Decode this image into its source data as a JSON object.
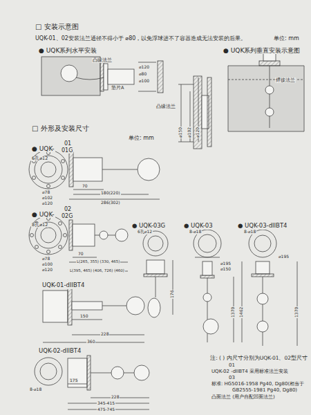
{
  "diagram": {
    "labels": [
      "□ 安装示意图",
      "UQK-01、02安装法兰通径不得小于 ⌀80，以免浮球进不了容器造成无法安装的后果。",
      "单位: mm",
      "● UQK系列水平安装",
      "● UQK系列垂直安装示意图",
      "凸缘法兰",
      "垫片A",
      "⌀120",
      "⌀80",
      "⌀100",
      "凸缘法兰",
      "焊接法兰",
      "⌀150",
      "⌀102",
      "⌀120",
      "□ 外形及安装尺寸",
      "单位: mm",
      "● UQK-",
      "01",
      "01G",
      "6孔⌀12",
      "⌀78",
      "⌀102",
      "⌀120",
      "70",
      "180(220)",
      "286(302)",
      "● UQK-",
      "02",
      "02G",
      "8孔⌀12",
      "⌀78",
      "⌀100",
      "⌀120",
      "70",
      "L(265, 355) (330, 465)",
      "L(395, 465) (406, 726) (460)",
      "● UQK-03G",
      "● UQK-03",
      "● UQK-03-dIIBT4",
      "6孔⌀12",
      "8-⌀18",
      "⌀195",
      "⌀150",
      "176",
      "1370",
      "1462",
      "8-⌀18",
      "⌀195",
      "1370",
      "UQK-01-dIIBT4",
      "150",
      "228",
      "360",
      "UQK-02-dIIBT4",
      "8-⌀18",
      "175",
      "228",
      "345-415",
      "475-745",
      "注: ( ) 内尺寸分别为UQK-01、02型尺寸",
      "01",
      "UQK-02 -dIIBT4 采用标准法兰安装",
      "03",
      "标准: HG5016-1958  Pg40, Dg80(相当于",
      "GB2555-1981 Pg40, Dg80)",
      "凸面法兰 (用户自配凹面法兰)"
    ]
  }
}
